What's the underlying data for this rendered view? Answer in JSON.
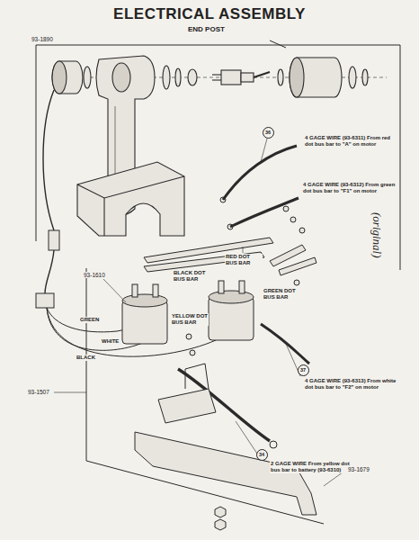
{
  "diagram": {
    "title": "ELECTRICAL ASSEMBLY",
    "nodes": [
      {
        "text": [
          "36"
        ]
      },
      {
        "text": [
          "37"
        ]
      },
      {
        "text": [
          "34"
        ]
      }
    ],
    "labels": [
      "END POST",
      "93-1890",
      "(original)",
      "4 GAGE WIRE (93-6311) From red dot bus bar to \"A\" on motor",
      "4 GAGE WIRE (93-6312) From green dot bus bar to \"F1\" on motor",
      "RED DOT BUS BAR",
      "93-1610",
      "BLACK DOT BUS BAR",
      "YELLOW DOT BUS BAR",
      "GREEN DOT BUS BAR",
      "GREEN",
      "WHITE",
      "BLACK",
      "4 GAGE WIRE (93-6313) From white dot bus bar to \"F2\" on motor",
      "93-1507",
      "2 GAGE WIRE From yellow dot bus bar to battery (93-6310)",
      "93-1679"
    ]
  }
}
